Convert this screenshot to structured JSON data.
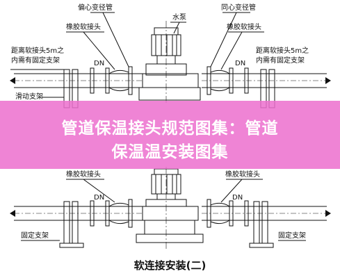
{
  "labels": {
    "eccentric_reducer": "偏心变径管",
    "pump": "水泵",
    "concentric_reducer": "同心变径管",
    "rubber_joint": "橡胶软接头",
    "distance_note_1": "距离软接头5m之",
    "distance_note_2": "内需有固定支架",
    "sliding_support": "滑动支架",
    "fixed_support": "固定支架",
    "dn": "DN"
  },
  "banner": {
    "line1": "管道保温接头规范图集：管道",
    "line2": "保温温安装图集"
  },
  "bottom_title": "软连接安装(二)",
  "colors": {
    "banner": "#ec70ce",
    "lines": "#111111"
  }
}
